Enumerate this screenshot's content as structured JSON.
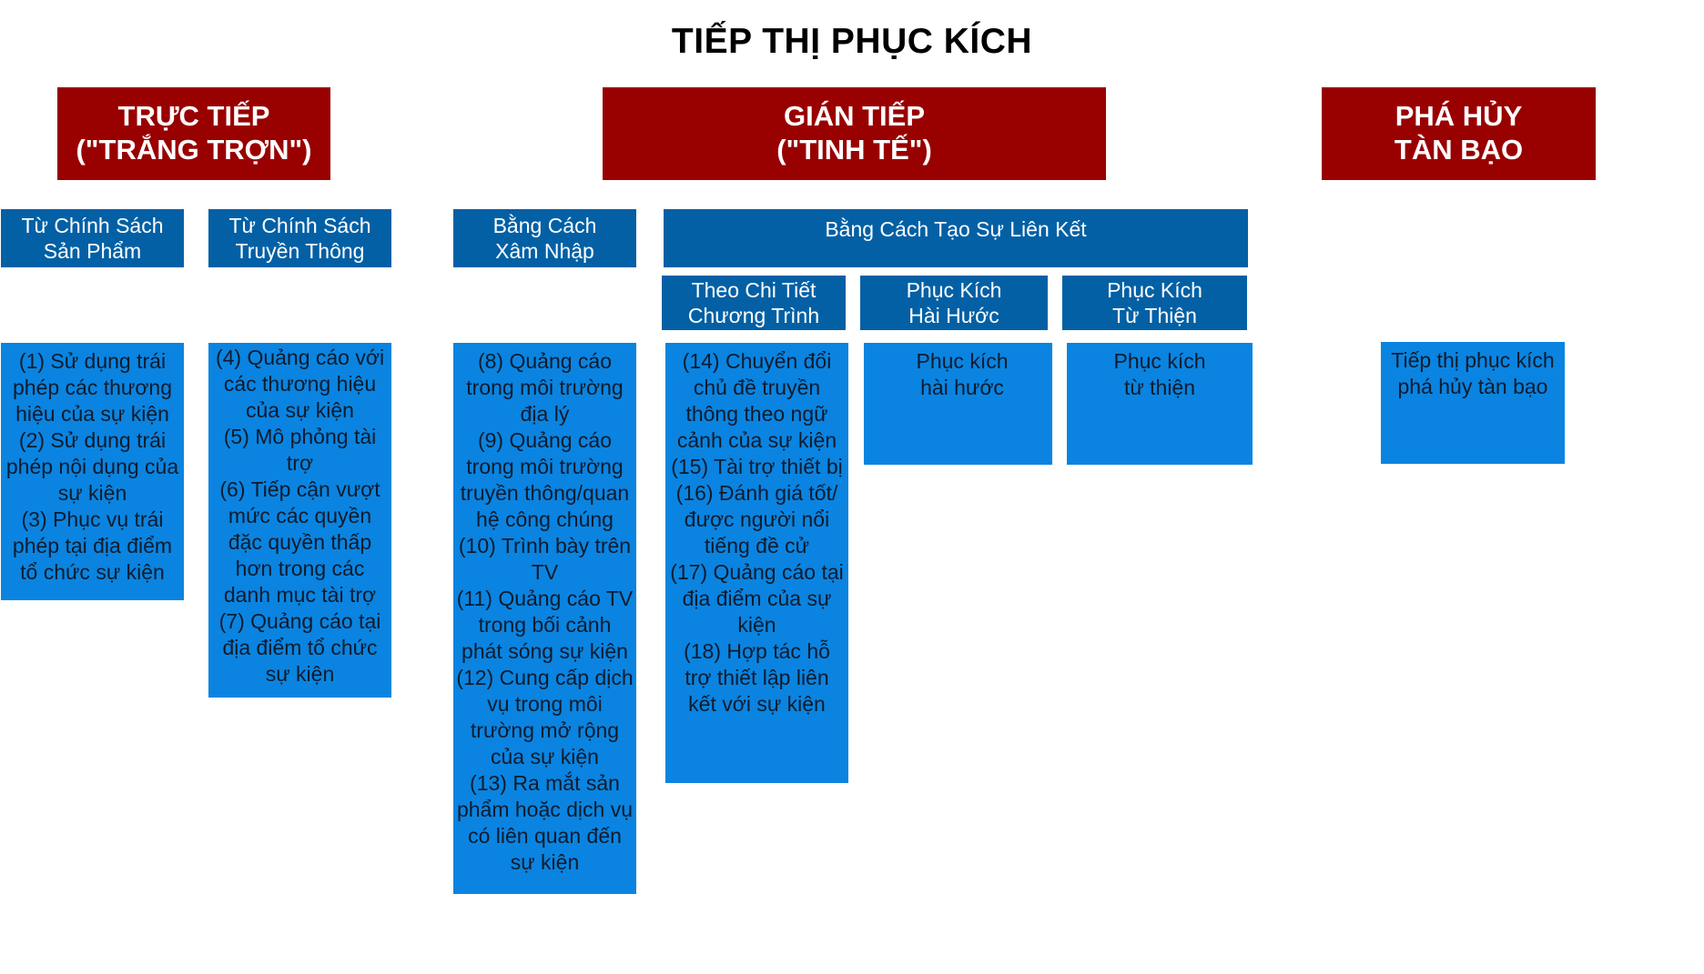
{
  "title": "TIẾP THỊ PHỤC KÍCH",
  "categories": {
    "direct": "TRỰC TIẾP\n(\"TRẮNG TRỢN\")",
    "indirect": "GIÁN TIẾP\n(\"TINH TẾ\")",
    "destructive": "PHÁ HỦY\nTÀN BẠO"
  },
  "subcategories": {
    "product_policy": "Từ Chính Sách\nSản Phẩm",
    "media_policy": "Từ Chính Sách\nTruyền Thông",
    "intrusion": "Bằng Cách\nXâm Nhập",
    "association": "Bằng Cách Tạo Sự Liên Kết",
    "program_detail": "Theo Chi Tiết\nChương Trình",
    "humor": "Phục Kích\nHài Hước",
    "charity": "Phục Kích\nTừ Thiện"
  },
  "items": {
    "product_policy": [
      "(1) Sử dụng trái phép các thương hiệu của sự kiện",
      "(2) Sử dụng trái phép nội dụng của sự kiện",
      "(3) Phục vụ trái phép tại địa điểm tổ chức sự kiện"
    ],
    "media_policy": [
      "(4) Quảng cáo với các thương hiệu của sự kiện",
      "(5) Mô phỏng tài trợ",
      "(6) Tiếp cận vượt mức các quyền đặc quyền thấp hơn trong các danh mục tài trợ",
      "(7) Quảng cáo tại địa điểm tổ chức sự kiện"
    ],
    "intrusion": [
      "(8) Quảng cáo trong môi trường địa lý",
      "(9) Quảng cáo trong môi trường truyền thông/quan hệ công chúng",
      "(10) Trình bày trên TV",
      "(11) Quảng cáo TV trong bối cảnh phát sóng sự kiện",
      "(12) Cung cấp dịch vụ trong môi trường mở rộng của sự kiện",
      "(13) Ra mắt sản phẩm hoặc dịch vụ có liên quan đến sự kiện"
    ],
    "program_detail": [
      "(14) Chuyển đổi chủ đề truyền thông theo ngữ cảnh của sự kiện",
      "(15) Tài trợ thiết bị",
      "(16) Đánh giá tốt/được người nổi tiếng đề cử",
      "(17) Quảng cáo tại địa điểm của sự kiện",
      "(18) Hợp tác hỗ trợ thiết lập liên kết với sự kiện"
    ],
    "humor": [
      "Phục kích",
      "hài hước"
    ],
    "charity": [
      "Phục kích",
      "từ thiện"
    ],
    "destructive": [
      "Tiếp thị phục kích",
      "phá hủy tàn bạo"
    ]
  }
}
